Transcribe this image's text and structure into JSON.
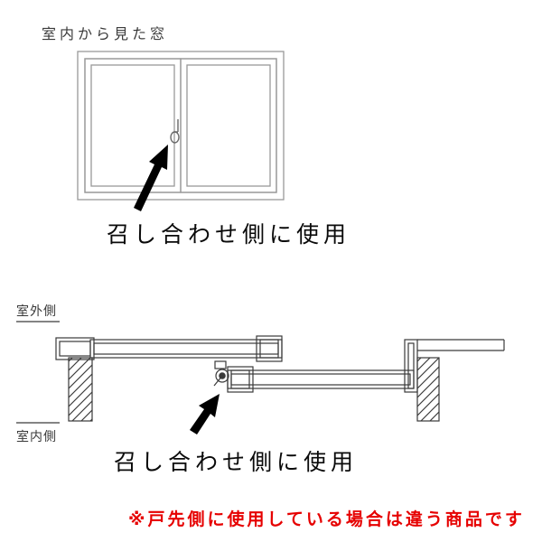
{
  "window_view": {
    "title": "室内から見た窓"
  },
  "captions": {
    "top": "召し合わせ側に使用",
    "bottom": "召し合わせ側に使用"
  },
  "section_view": {
    "outdoor_label": "室外側",
    "indoor_label": "室内側"
  },
  "footnote": {
    "text": "※戸先側に使用している場合は違う商品です",
    "color": "#e60000"
  },
  "icons": {
    "crescent_lock": "crescent-lock-icon",
    "pointer_arrow": "pointer-arrow"
  },
  "colors": {
    "background": "#ffffff",
    "window_line_gray": "#999999",
    "section_line_dark": "#3a3a3a",
    "arrow_black": "#000000",
    "footnote_red": "#e60000"
  }
}
